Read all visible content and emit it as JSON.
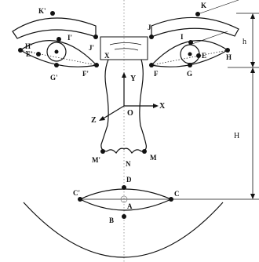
{
  "labels": {
    "K_prime": "K'",
    "K": "K",
    "H_prime": "H'",
    "E_prime": "E'",
    "I_prime": "I'",
    "J_prime": "J'",
    "G_prime": "G'",
    "F_prime": "F'",
    "X_left": "X",
    "J": "J",
    "I": "I",
    "E": "E",
    "H": "H",
    "G": "G",
    "F": "F",
    "Y": "Y",
    "X_axis": "X",
    "Z": "Z",
    "O": "O",
    "M_prime": "M'",
    "M": "M",
    "N": "N",
    "D": "D",
    "C_prime": "C'",
    "C": "C",
    "A": "A",
    "B": "B",
    "h": "h",
    "H_dim": "H"
  },
  "colors": {
    "stroke": "#111111",
    "background": "#ffffff",
    "guide": "#888888"
  }
}
